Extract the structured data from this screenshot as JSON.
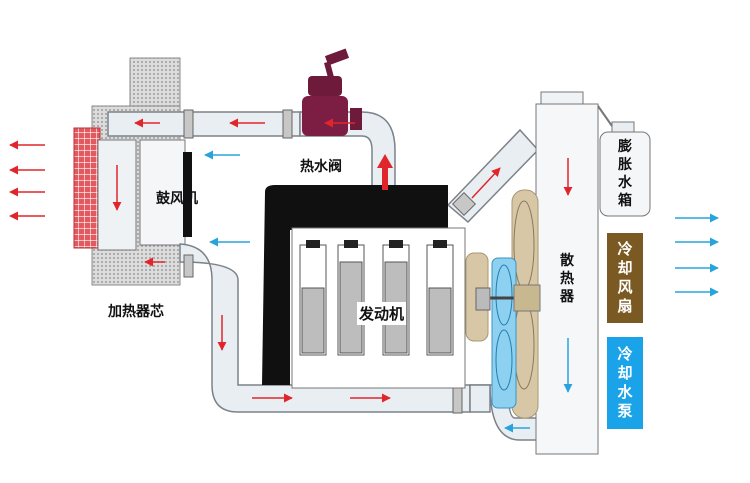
{
  "labels": {
    "hot_water_valve": "热水阀",
    "blower": "鼓风机",
    "heater_core": "加热器芯",
    "engine": "发动机",
    "radiator": [
      "散",
      "热",
      "器"
    ],
    "expansion_tank": [
      "膨",
      "胀",
      "水",
      "箱"
    ],
    "cooling_fan": [
      "冷",
      "却",
      "风",
      "扇"
    ],
    "cooling_pump": [
      "冷",
      "却",
      "水",
      "泵"
    ]
  },
  "colors": {
    "pipe_fill": "#e9eef2",
    "pipe_stroke": "#7b8289",
    "hot_arrow": "#e0262b",
    "cold_arrow": "#2aa3dc",
    "heater_core": "#e25a5f",
    "engine_block": "#101010",
    "valve": "#6e1a3a",
    "fan_box": "#7a5a22",
    "pump_box": "#1aa3e8",
    "fan_blade": "#d8c7a6",
    "pump_blade": "#8ed0f0"
  },
  "icons": [
    "heat-out-arrows",
    "cold-out-arrows",
    "flow-arrows",
    "cylinder-icon",
    "fan-icon",
    "pump-impeller-icon",
    "valve-icon"
  ]
}
